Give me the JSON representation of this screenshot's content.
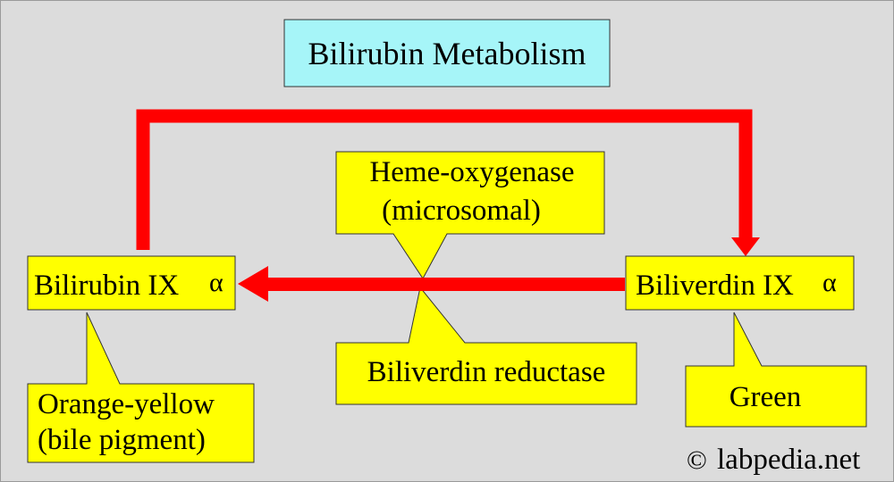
{
  "title": "Bilirubin Metabolism",
  "nodes": {
    "bilirubin": {
      "name": "Bilirubin IX",
      "greek": "α"
    },
    "biliverdin": {
      "name": "Biliverdin IX",
      "greek": "α"
    }
  },
  "enzymes": {
    "heme_oxygenase": {
      "line1": "Heme-oxygenase",
      "line2": "(microsomal)"
    },
    "biliverdin_reductase": {
      "line1": "Biliverdin reductase"
    }
  },
  "callouts": {
    "bilirubin_color": {
      "line1": "Orange-yellow",
      "line2": "(bile pigment)"
    },
    "biliverdin_color": {
      "line1": "Green"
    }
  },
  "watermark": {
    "symbol": "©",
    "text": "labpedia.net"
  },
  "colors": {
    "background": "#dcdcdc",
    "title_box": "#a6f5f8",
    "label_box": "#ffff00",
    "arrow": "#ff0000"
  }
}
